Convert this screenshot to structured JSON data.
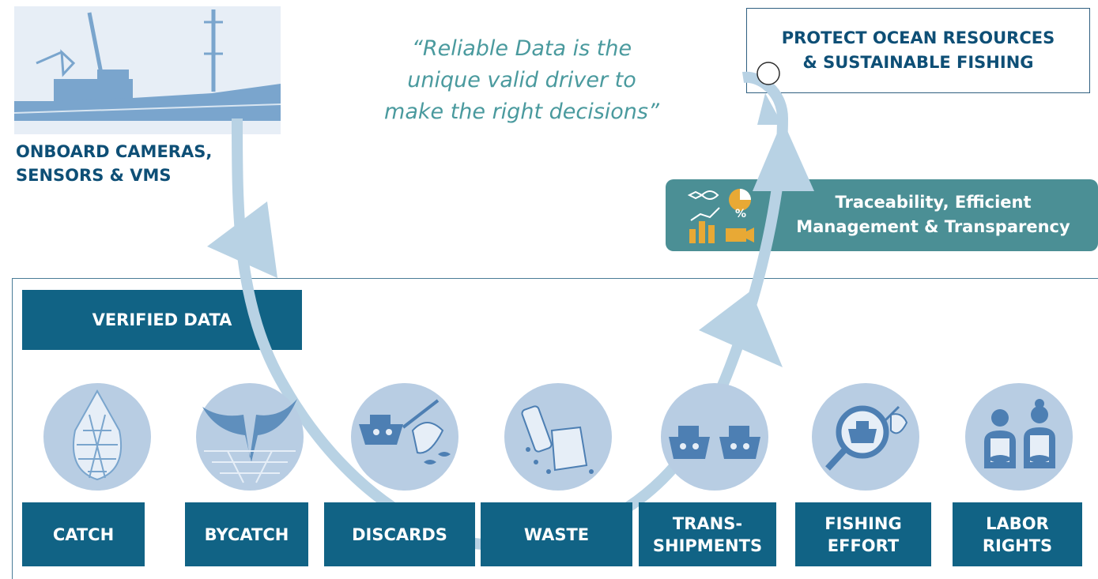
{
  "source": {
    "line1": "ONBOARD CAMERAS,",
    "line2": "SENSORS & VMS",
    "icon": "fishing-vessel-icon"
  },
  "quote": {
    "line1": "“Reliable Data is the",
    "line2": "unique valid driver to",
    "line3": "make the right decisions”"
  },
  "goal": {
    "line1": "PROTECT OCEAN RESOURCES",
    "line2": "& SUSTAINABLE FISHING"
  },
  "outcome": {
    "line1": "Traceability, Efficient",
    "line2": "Management & Transparency",
    "icon": "analytics-icon"
  },
  "verified": {
    "label": "VERIFIED DATA"
  },
  "categories": [
    {
      "line1": "CATCH",
      "line2": "",
      "icon": "fishing-net-icon"
    },
    {
      "line1": "BYCATCH",
      "line2": "",
      "icon": "whale-tail-icon"
    },
    {
      "line1": "DISCARDS",
      "line2": "",
      "icon": "discards-icon"
    },
    {
      "line1": "WASTE",
      "line2": "",
      "icon": "plastic-waste-icon"
    },
    {
      "line1": "TRANS-",
      "line2": "SHIPMENTS",
      "icon": "two-boats-icon"
    },
    {
      "line1": "FISHING",
      "line2": "EFFORT",
      "icon": "magnifier-boat-icon"
    },
    {
      "line1": "LABOR",
      "line2": "RIGHTS",
      "icon": "workers-icon"
    }
  ],
  "colors": {
    "navy": "#116385",
    "text": "#0e4f76",
    "teal": "#4b8f95",
    "flow": "#b8d2e4",
    "ship": "#7aa5cd"
  }
}
